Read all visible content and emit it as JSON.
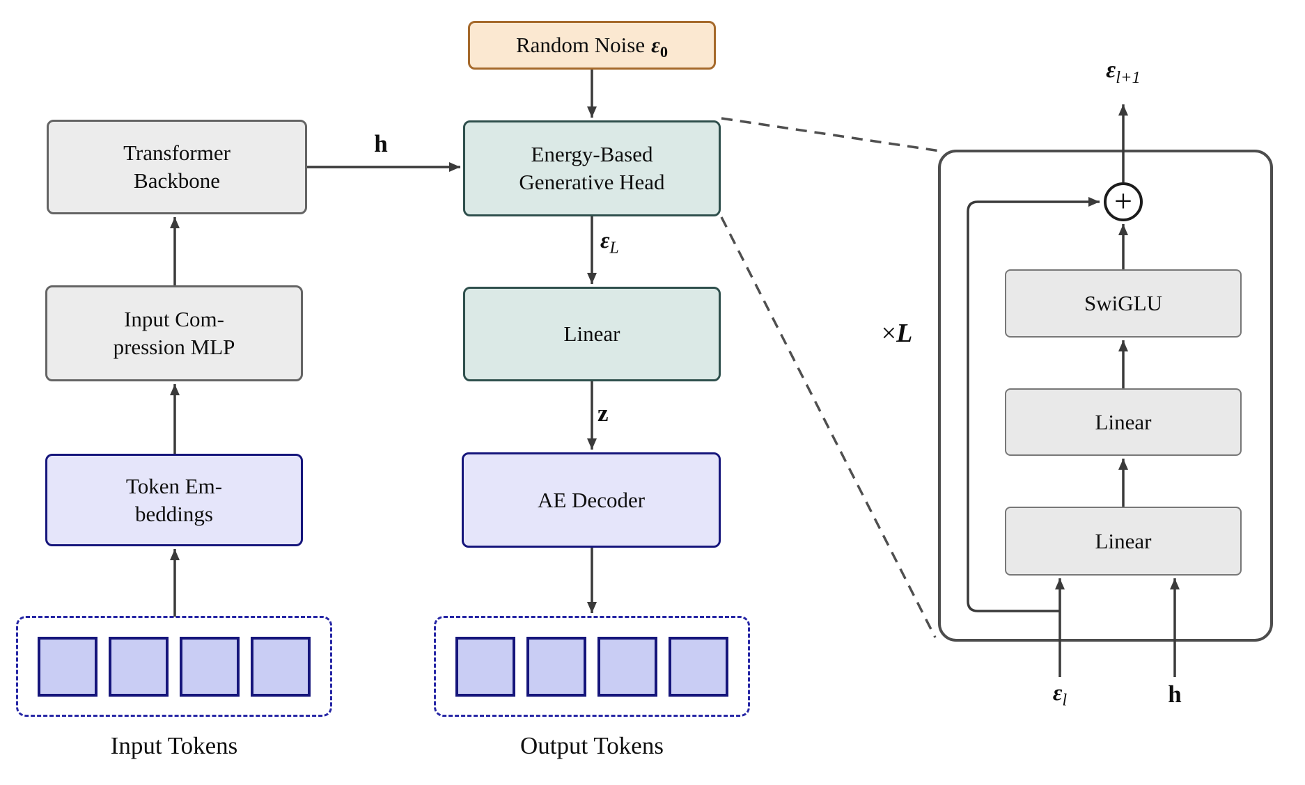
{
  "figure": {
    "left": {
      "transformer_backbone": {
        "line1": "Transformer",
        "line2": "Backbone"
      },
      "input_compression_mlp": {
        "line1": "Input Com-",
        "line2": "pression MLP"
      },
      "token_embeddings": {
        "line1": "Token Em-",
        "line2": "beddings"
      },
      "input_tokens_caption": "Input Tokens"
    },
    "middle": {
      "random_noise": {
        "text": "Random Noise",
        "eps": "ε",
        "sub": "0"
      },
      "energy_head": {
        "line1": "Energy-Based",
        "line2": "Generative Head"
      },
      "linear_label": "Linear",
      "ae_decoder_label": "AE Decoder",
      "output_tokens_caption": "Output Tokens",
      "labels": {
        "h": "h",
        "eps": "ε",
        "eps_sub": "L",
        "z": "z"
      }
    },
    "right": {
      "multiplier_times": "×",
      "multiplier_var": "L",
      "out_eps": "ε",
      "out_sub": "l+1",
      "swiglu_label": "SwiGLU",
      "linear_mid_label": "Linear",
      "linear_bottom_label": "Linear",
      "plus": "+",
      "in_eps": "ε",
      "in_eps_sub": "l",
      "in_h": "h"
    },
    "colors": {
      "arrow": "#3A3A3A",
      "gray_fill": "#ECECEC",
      "gray_border": "#646464",
      "teal_fill": "#DBE9E6",
      "teal_border": "#2E4F4C",
      "orange_fill": "#FBE8D1",
      "orange_border": "#A5692B",
      "navy_fill": "#E5E5FA",
      "navy_border": "#15157B",
      "token_fill": "#C9CDF4",
      "dashed_border": "#2626A5"
    }
  }
}
